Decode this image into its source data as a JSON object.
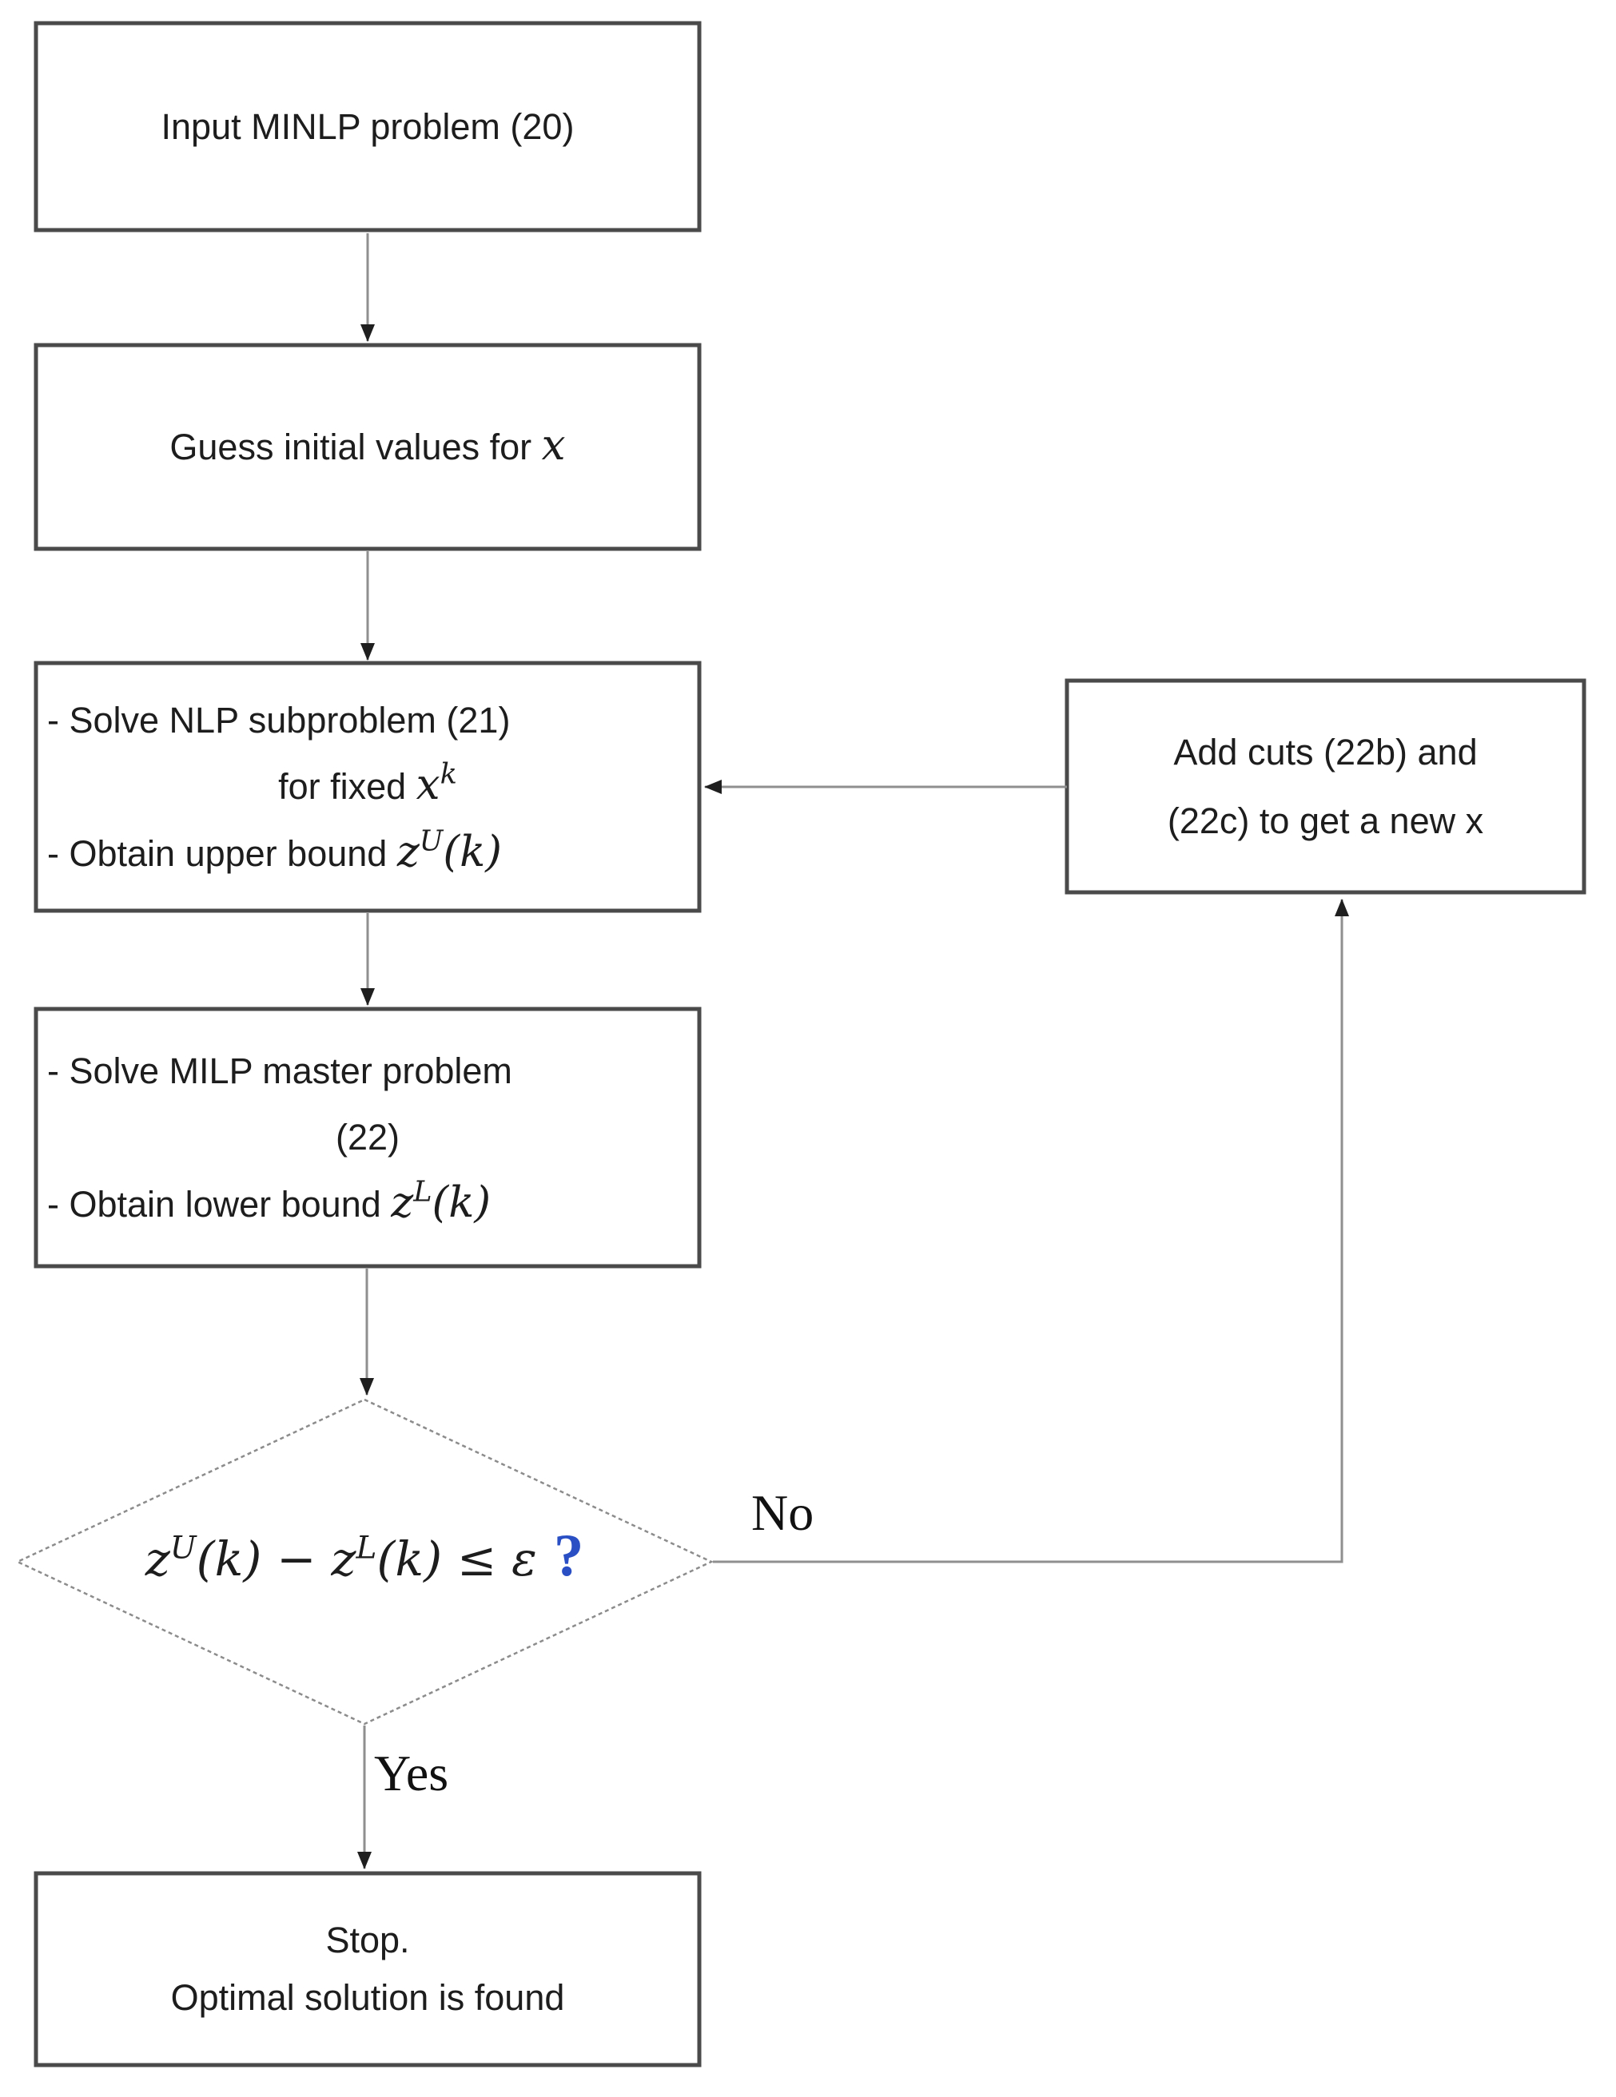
{
  "colors": {
    "background": "#ffffff",
    "box_border": "#4a4a4a",
    "diamond_border": "#8c8c8c",
    "connector": "#8f8f8f",
    "arrowhead": "#1f1f1f",
    "text": "#1d1d1d",
    "question_mark": "#2a4fc4"
  },
  "nodes": {
    "input": {
      "lines": [
        [
          {
            "t": "Input MINLP problem (20)",
            "s": "plain"
          }
        ]
      ]
    },
    "guess": {
      "lines": [
        [
          {
            "t": "Guess initial values for ",
            "s": "plain"
          },
          {
            "t": "x",
            "s": "math"
          }
        ]
      ]
    },
    "nlp": {
      "lines": [
        [
          {
            "t": "- Solve NLP subproblem (21)",
            "s": "plain"
          }
        ],
        [
          {
            "t": "for fixed ",
            "s": "plain"
          },
          {
            "t": "x",
            "s": "math"
          },
          {
            "t": "k",
            "s": "mathsup"
          }
        ],
        [
          {
            "t": "- Obtain upper bound ",
            "s": "plain"
          },
          {
            "t": "z",
            "s": "math"
          },
          {
            "t": "U",
            "s": "mathsup"
          },
          {
            "t": "(k)",
            "s": "math"
          }
        ]
      ]
    },
    "milp": {
      "lines": [
        [
          {
            "t": "- Solve MILP master problem",
            "s": "plain"
          }
        ],
        [
          {
            "t": "(22)",
            "s": "plain"
          }
        ],
        [
          {
            "t": "- Obtain lower bound ",
            "s": "plain"
          },
          {
            "t": "z",
            "s": "math"
          },
          {
            "t": "L",
            "s": "mathsup"
          },
          {
            "t": "(k)",
            "s": "math"
          }
        ]
      ]
    },
    "decision": {
      "lines": [
        [
          {
            "t": "z",
            "s": "math"
          },
          {
            "t": "U",
            "s": "mathsup"
          },
          {
            "t": "(k)",
            "s": "math"
          },
          {
            "t": " − ",
            "s": "math"
          },
          {
            "t": "z",
            "s": "math"
          },
          {
            "t": "L",
            "s": "mathsup"
          },
          {
            "t": "(k)",
            "s": "math"
          },
          {
            "t": " ≤ ε",
            "s": "math"
          },
          {
            "t": "?",
            "s": "qmark"
          }
        ]
      ]
    },
    "addcuts": {
      "lines": [
        [
          {
            "t": "Add cuts (22b) and",
            "s": "plain"
          }
        ],
        [
          {
            "t": "(22c) to get a new x",
            "s": "plain"
          }
        ]
      ]
    },
    "stop": {
      "lines": [
        [
          {
            "t": "Stop.",
            "s": "plain"
          }
        ],
        [
          {
            "t": "Optimal solution is found",
            "s": "plain"
          }
        ]
      ]
    }
  },
  "edge_labels": {
    "yes": "Yes",
    "no": "No"
  }
}
